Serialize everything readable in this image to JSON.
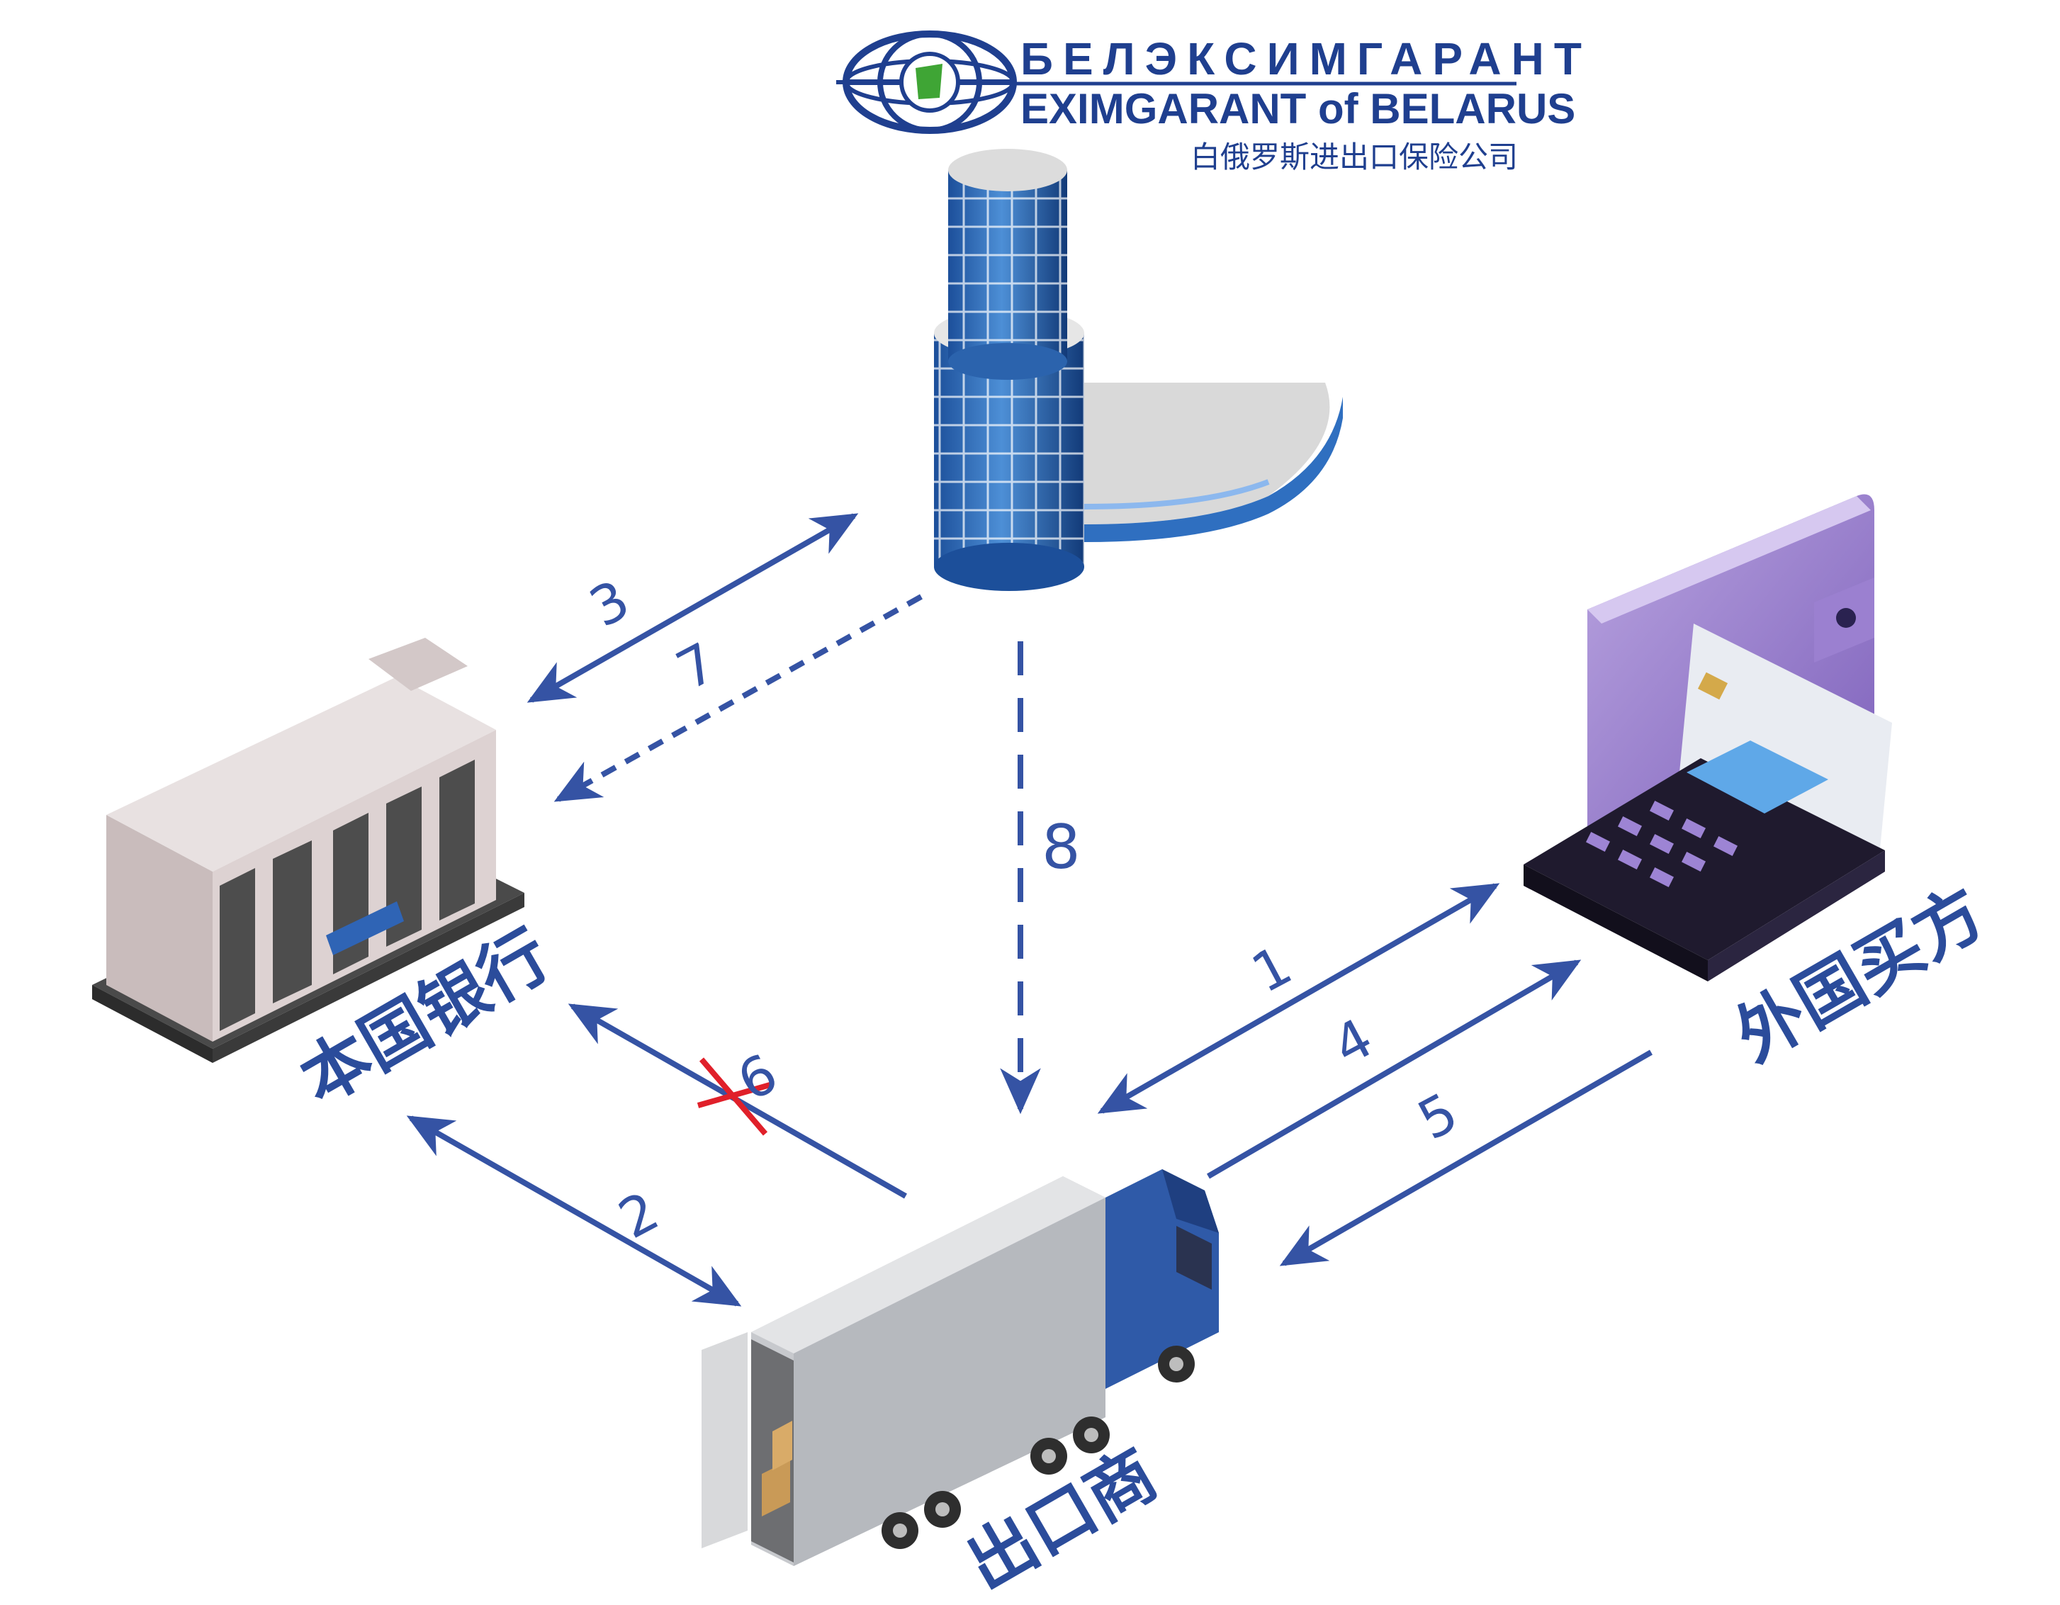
{
  "logo": {
    "name_ru": "БЕЛЭКСИМГАРАНТ",
    "name_en": "EXIMGARANT of BELARUS",
    "name_cn": "白俄罗斯进出口保险公司"
  },
  "nodes": {
    "domestic_bank": "本国银行",
    "exporter": "出口商",
    "foreign_buyer": "外国买方"
  },
  "flows": {
    "f1": "1",
    "f2": "2",
    "f3": "3",
    "f4": "4",
    "f5": "5",
    "f6": "6",
    "f7": "7",
    "f8": "8"
  },
  "colors": {
    "arrow": "#3553a4",
    "label": "#2b4c9b",
    "cancel_mark": "#e0202a",
    "brand": "#1f3f8f"
  }
}
